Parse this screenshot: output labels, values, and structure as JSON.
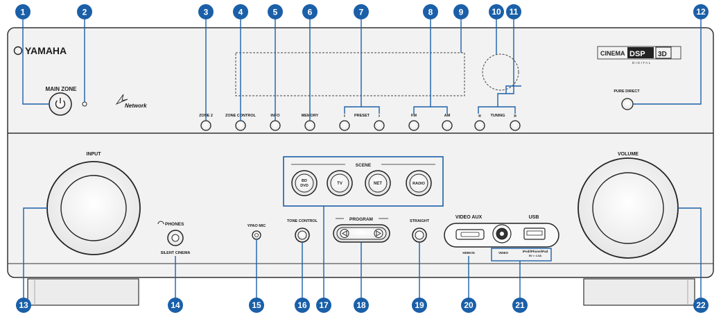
{
  "brand": "YAMAHA",
  "network_logo": "Network",
  "cinema_logo": {
    "part1": "CINEMA",
    "part2": "DSP",
    "part3": "3D",
    "part4": "DIGITAL"
  },
  "labels": {
    "main_zone": "MAIN ZONE",
    "zone2": "ZONE 2",
    "zone_control": "ZONE CONTROL",
    "info": "INFO",
    "memory": "MEMORY",
    "preset": "PRESET",
    "preset_prev": "‹",
    "preset_next": "›",
    "fm": "FM",
    "am": "AM",
    "tuning": "TUNING",
    "tuning_prev": "«",
    "tuning_next": "»",
    "pure_direct": "PURE DIRECT",
    "input": "INPUT",
    "volume": "VOLUME",
    "scene": "SCENE",
    "scene_bd_line1": "BD",
    "scene_bd_line2": "DVD",
    "scene_tv": "TV",
    "scene_net": "NET",
    "scene_radio": "RADIO",
    "phones": "PHONES",
    "silent_cinema": "SILENT CINEMA",
    "ypao_mic": "YPAO MIC",
    "tone_control": "TONE CONTROL",
    "program": "PROGRAM",
    "straight": "STRAIGHT",
    "video_aux": "VIDEO AUX",
    "usb": "USB",
    "hdmi_in": "HDMI IN",
    "video": "VIDEO",
    "usb_sub1": "iPod/iPhone/iPad",
    "usb_sub2": "5V ═ 1.0A"
  },
  "callouts": [
    "1",
    "2",
    "3",
    "4",
    "5",
    "6",
    "7",
    "8",
    "9",
    "10",
    "11",
    "12",
    "13",
    "14",
    "15",
    "16",
    "17",
    "18",
    "19",
    "20",
    "21",
    "22"
  ],
  "colors": {
    "callout": "#1a5fa8",
    "panel": "#f2f2f2",
    "panel_stroke": "#333333"
  }
}
